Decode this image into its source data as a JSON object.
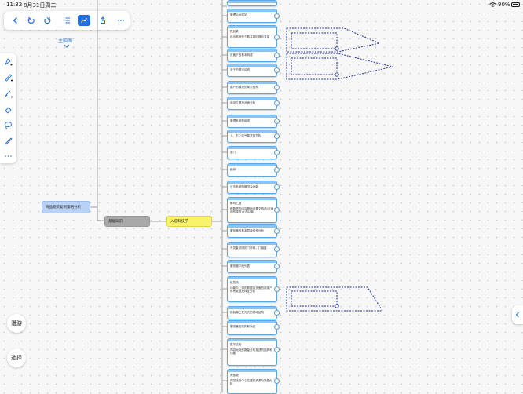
{
  "status": {
    "time": "11:32",
    "date": "8月31日周二",
    "battery": "90%"
  },
  "main_map_label": "主脑图",
  "branch": {
    "root": "商品期货复制策略分析",
    "level1": "基础知识",
    "level2": "入侵科技学"
  },
  "cards": [
    {
      "text": "管理后台建站"
    },
    {
      "text": "根目录",
      "sub": "选出租房的个数并同时报价变量"
    },
    {
      "text": "页面下的基本构成"
    },
    {
      "text": "关于的基本结构"
    },
    {
      "text": "用户的模块的简介结构"
    },
    {
      "text": "商品位置及页面分析"
    },
    {
      "text": "管理系统的组成"
    },
    {
      "text": "上、右之后气象学的节构"
    },
    {
      "text": "部门"
    },
    {
      "text": "组织"
    },
    {
      "text": "分支系统的概况及功能"
    },
    {
      "text": "解构工具",
      "sub": "跨数据的内容基础设置文档(与页面内的属性)上的功能"
    },
    {
      "text": "服务器的基本层级结构分析"
    },
    {
      "text": "开发者说明的门说明，门链接"
    },
    {
      "text": "服务器字段列表"
    },
    {
      "text": "信息流",
      "sub": "功能与上游的数据及页面的新用户所有数据及特征分析"
    },
    {
      "text": "前后端交互方式的基础结构"
    },
    {
      "text": "服务器的结构和功能"
    },
    {
      "text": "数字结构",
      "sub": "内容地址的数量分布描述的结构和功能"
    },
    {
      "text": "免费版",
      "sub": "内容信息中心位置的资源与数据分析"
    }
  ],
  "bottom_buttons": {
    "roam": "漫游",
    "select": "选择"
  },
  "icons": [
    "back-icon",
    "undo-icon",
    "redo-icon",
    "list-icon",
    "pen-icon",
    "share-icon",
    "more-icon"
  ]
}
